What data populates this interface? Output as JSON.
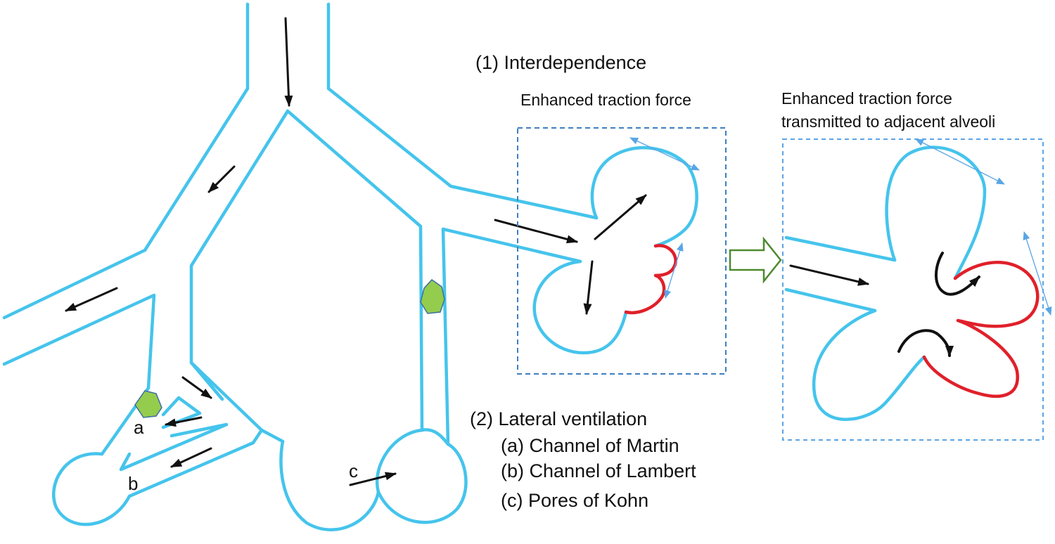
{
  "labels": {
    "interdependence": "(1) Interdependence",
    "enhanced_force": "Enhanced traction force",
    "transmitted_line1": "Enhanced traction force",
    "transmitted_line2": "transmitted to adjacent alveoli",
    "lateral_title": "(2) Lateral ventilation",
    "channel_martin": "(a) Channel of Martin",
    "channel_lambert": "(b) Channel of Lambert",
    "pores_kohn": "(c) Pores of Kohn",
    "letter_a": "a",
    "letter_b": "b",
    "letter_c": "c"
  },
  "colors": {
    "airway": "#45c4ec",
    "collapsed_alveoli": "#e0202a",
    "arrow": "#111111",
    "box_border": "#3d7fc0",
    "traction_arrow": "#5aa5e6",
    "obstruction": "#94cc4e",
    "block_arrow": "#4d8a2e"
  }
}
